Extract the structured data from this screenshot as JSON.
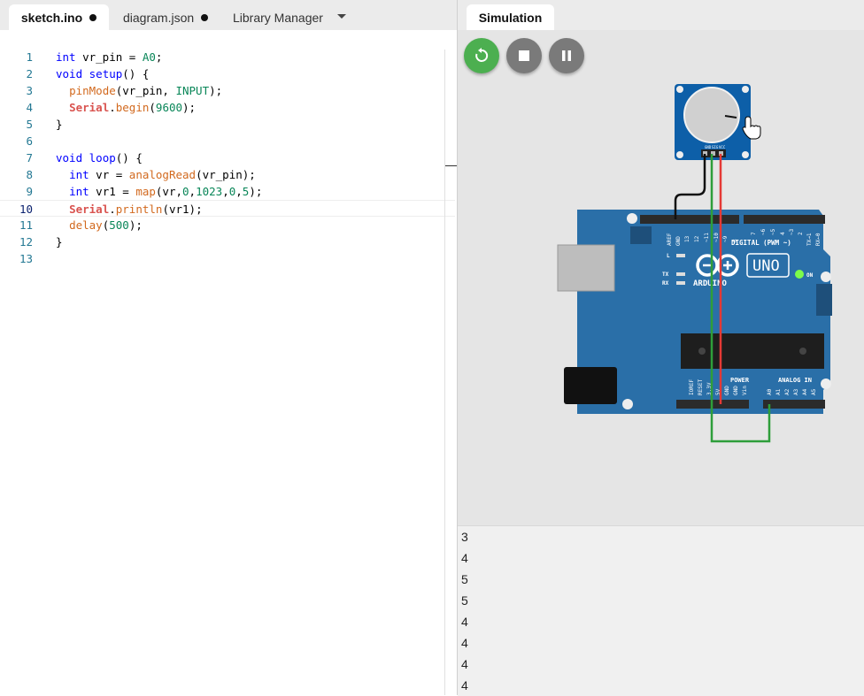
{
  "tabs": [
    {
      "label": "sketch.ino",
      "modified": true,
      "active": true
    },
    {
      "label": "diagram.json",
      "modified": true,
      "active": false
    },
    {
      "label": "Library Manager",
      "modified": false,
      "active": false
    }
  ],
  "editor": {
    "current_line": 10,
    "lines": [
      {
        "n": "1"
      },
      {
        "n": "2"
      },
      {
        "n": "3"
      },
      {
        "n": "4"
      },
      {
        "n": "5"
      },
      {
        "n": "6"
      },
      {
        "n": "7"
      },
      {
        "n": "8"
      },
      {
        "n": "9"
      },
      {
        "n": "10"
      },
      {
        "n": "11"
      },
      {
        "n": "12"
      },
      {
        "n": "13"
      }
    ],
    "tokens": {
      "l1": [
        "int",
        " vr_pin = ",
        "A0",
        ";"
      ],
      "l2": [
        "void",
        " ",
        "setup",
        "() {"
      ],
      "l3": [
        "  ",
        "pinMode",
        "(vr_pin, ",
        "INPUT",
        ");"
      ],
      "l4": [
        "  ",
        "Serial",
        ".",
        "begin",
        "(",
        "9600",
        ");"
      ],
      "l5": [
        "}"
      ],
      "l7": [
        "void",
        " ",
        "loop",
        "() {"
      ],
      "l8": [
        "  ",
        "int",
        " vr = ",
        "analogRead",
        "(vr_pin);"
      ],
      "l9": [
        "  ",
        "int",
        " vr1 = ",
        "map",
        "(vr,",
        "0",
        ",",
        "1023",
        ",",
        "0",
        ",",
        "5",
        ");"
      ],
      "l10": [
        "  ",
        "Serial",
        ".",
        "println",
        "(vr1);"
      ],
      "l11": [
        "  ",
        "delay",
        "(",
        "500",
        ");"
      ],
      "l12": [
        "}"
      ]
    }
  },
  "simulation": {
    "tab_label": "Simulation",
    "board": {
      "logo_text": "UNO",
      "brand": "ARDUINO",
      "digital_label": "DIGITAL (PWM ~)",
      "analog_label": "ANALOG IN",
      "power_label": "POWER",
      "on_label": "ON",
      "l_label": "L",
      "tx_label": "TX",
      "rx_label": "RX",
      "aref_label": "AREF",
      "gnd_label": "GND",
      "pins_digital_high": [
        "13",
        "12",
        "~11",
        "~10",
        "~9",
        "8"
      ],
      "pins_digital_low": [
        "7",
        "~6",
        "~5",
        "4",
        "~3",
        "2",
        "TX→1",
        "RX←0"
      ],
      "pins_power": [
        "IOREF",
        "RESET",
        "3.3V",
        "5V",
        "GND",
        "GND",
        "Vin"
      ],
      "pins_analog": [
        "A0",
        "A1",
        "A2",
        "A3",
        "A4",
        "A5"
      ]
    },
    "potentiometer": {
      "pin_labels": [
        "GND",
        "SIG",
        "VCC"
      ]
    },
    "colors": {
      "restart": "#4caf50",
      "control": "#7a7a7a",
      "board": "#2a6fa8",
      "wire_black": "#111111",
      "wire_red": "#e53935",
      "wire_green": "#2e9e3a"
    }
  },
  "serial_output": [
    "3",
    "4",
    "5",
    "5",
    "4",
    "4",
    "4",
    "4"
  ]
}
